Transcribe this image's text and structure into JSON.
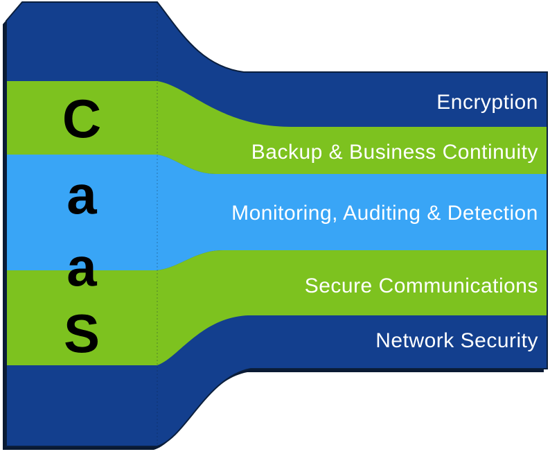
{
  "acronym": {
    "letters": [
      "C",
      "a",
      "a",
      "S"
    ]
  },
  "bands": [
    {
      "label": "Encryption",
      "color": "#133f8e",
      "text_color": "#ffffff"
    },
    {
      "label": "Backup & Business Continuity",
      "color": "#7dc21f",
      "text_color": "#ffffff"
    },
    {
      "label": "Monitoring, Auditing & Detection",
      "color": "#39a5f6",
      "text_color": "#ffffff"
    },
    {
      "label": "Secure Communications",
      "color": "#7dc21f",
      "text_color": "#ffffff"
    },
    {
      "label": "Network Security",
      "color": "#133f8e",
      "text_color": "#ffffff"
    }
  ],
  "colors": {
    "dark_blue": "#133f8e",
    "green": "#7dc21f",
    "light_blue": "#39a5f6",
    "shadow": "#0a1a33",
    "outline": "#0b1f3d",
    "acronym_text": "#000000",
    "background": "#ffffff"
  }
}
